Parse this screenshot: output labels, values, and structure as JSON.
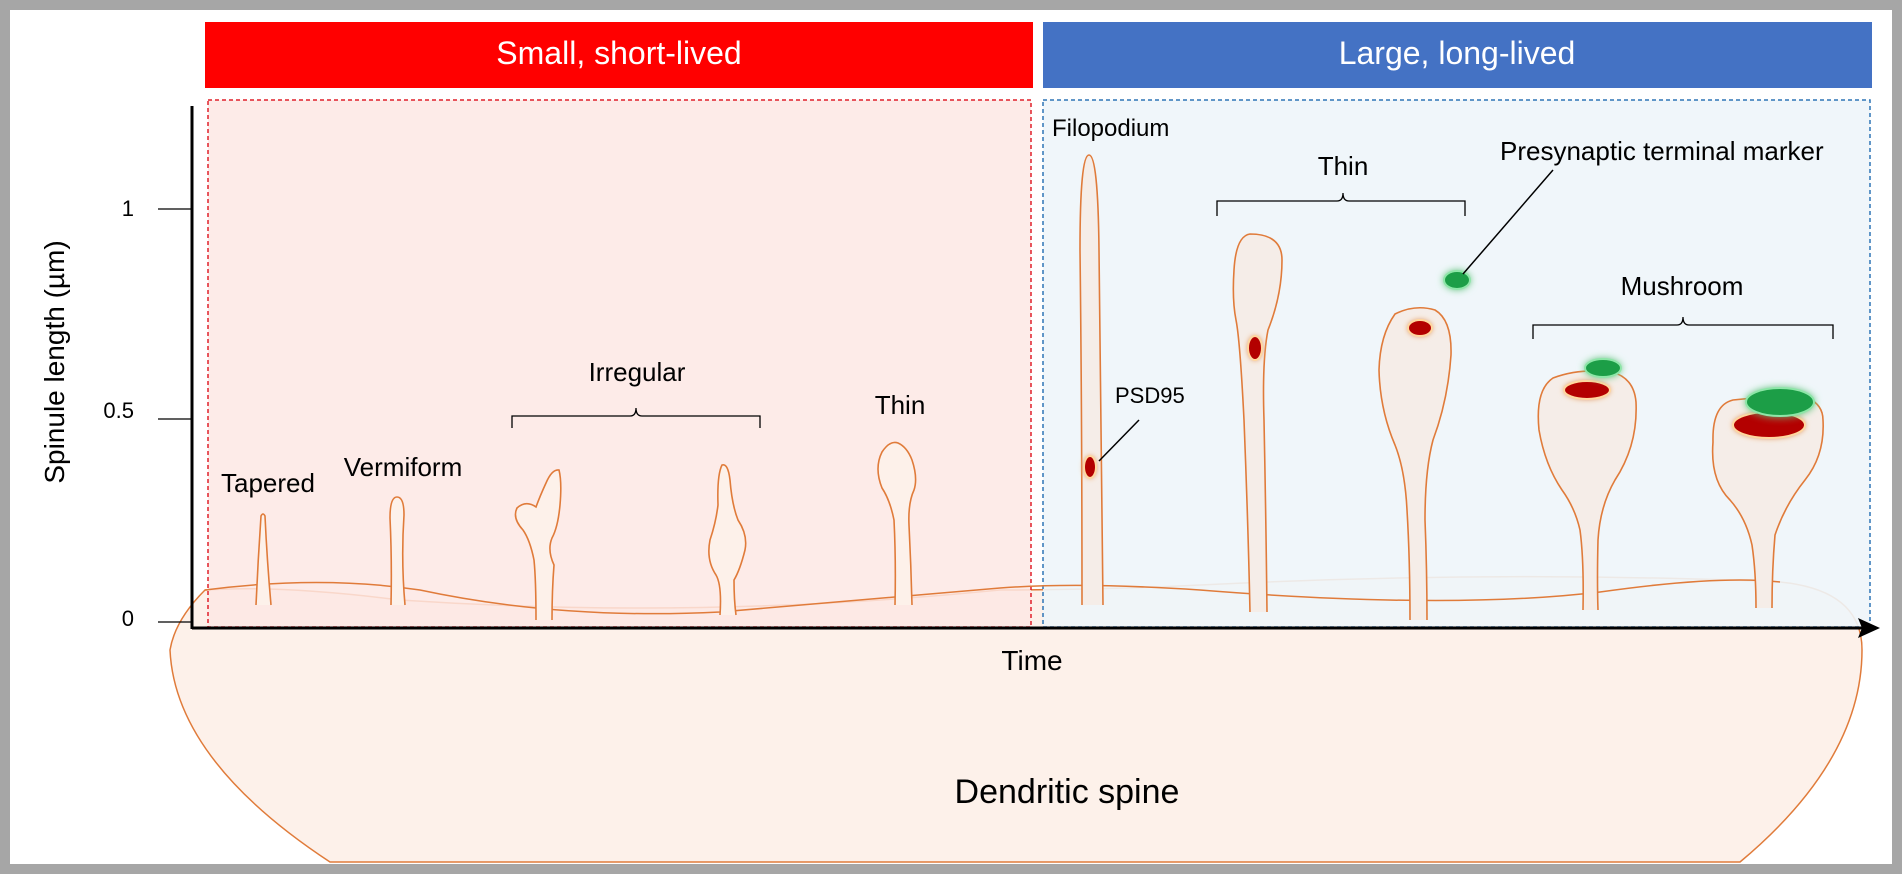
{
  "banners": {
    "left": {
      "label": "Small, short-lived",
      "color": "#ff0000"
    },
    "right": {
      "label": "Large, long-lived",
      "color": "#4472c4"
    }
  },
  "axes": {
    "y_label": "Spinule length (µm)",
    "x_label": "Time",
    "y_ticks": [
      "0",
      "0.5",
      "1"
    ]
  },
  "labels": {
    "tapered": "Tapered",
    "vermiform": "Vermiform",
    "irregular": "Irregular",
    "thin_small": "Thin",
    "filopodium": "Filopodium",
    "psd95": "PSD95",
    "thin_large": "Thin",
    "presynaptic": "Presynaptic terminal marker",
    "mushroom": "Mushroom",
    "dendritic_spine": "Dendritic spine"
  },
  "colors": {
    "outline": "#e07b3a",
    "spine_fill": "#fdf1ea",
    "left_panel": "#fdeae6",
    "right_panel": "#eef5fa",
    "psd": "#b30000",
    "presynaptic": "#1e9e47"
  }
}
